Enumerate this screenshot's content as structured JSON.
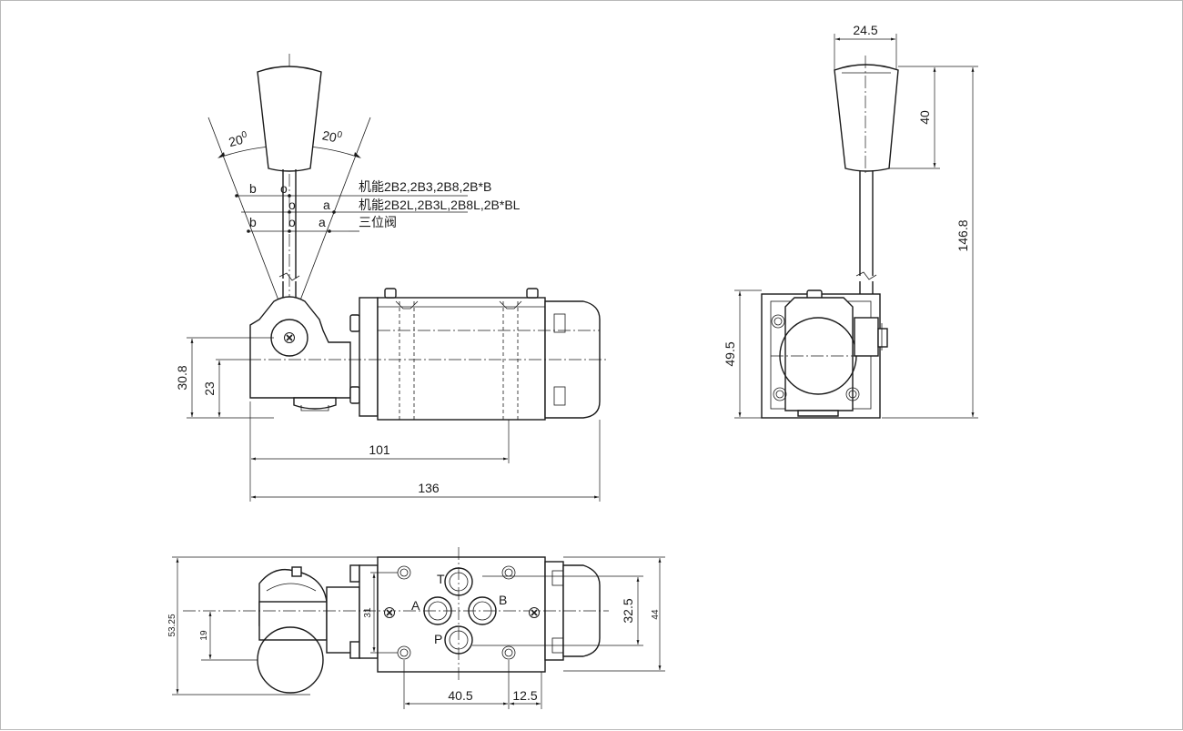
{
  "angles": {
    "left": "20",
    "right": "20",
    "degree_mark": "0"
  },
  "positions": {
    "b": "b",
    "o": "o",
    "a": "a"
  },
  "notes": [
    "机能2B2,2B3,2B8,2B*B",
    "机能2B2L,2B3L,2B8L,2B*BL",
    "三位阀"
  ],
  "dims": {
    "front_height_total": "30.8",
    "front_height_center": "23",
    "front_length_center": "101",
    "front_length_total": "136",
    "side_handle_width": "24.5",
    "side_knob_height": "40",
    "side_total_height": "146.8",
    "side_body_height": "49.5",
    "top_width_total": "53.25",
    "top_offset": "19",
    "top_bolt_spacing": "31",
    "top_port_spacing_v": "32.5",
    "top_body_width": "44",
    "top_port_spacing_h": "40.5",
    "top_port_offset": "12.5"
  },
  "ports": {
    "T": "T",
    "A": "A",
    "B": "B",
    "P": "P"
  }
}
